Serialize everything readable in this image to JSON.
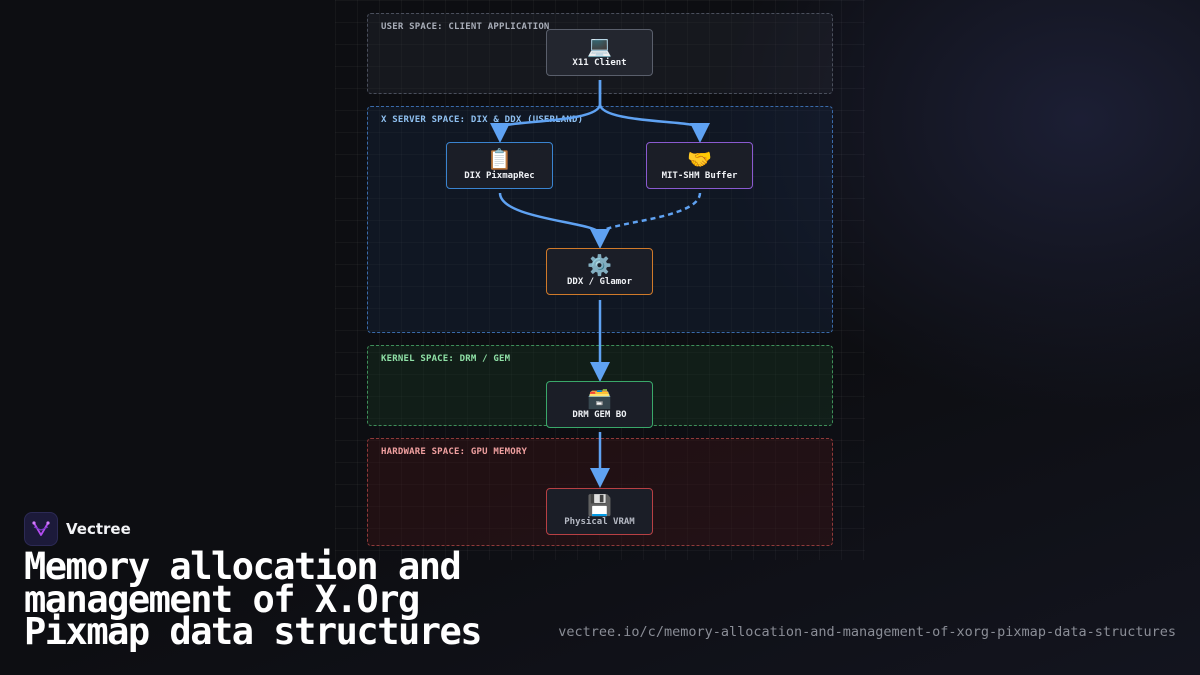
{
  "brand": {
    "name": "Vectree",
    "logo_icon": "vectree-logo-icon"
  },
  "title": "Memory allocation and management of X.Org Pixmap data structures",
  "url": "vectree.io/c/memory-allocation-and-management-of-xorg-pixmap-data-structures",
  "diagram": {
    "regions": [
      {
        "id": "user",
        "label": "USER SPACE: CLIENT APPLICATION",
        "color": "#4a4f5c"
      },
      {
        "id": "xserver",
        "label": "X SERVER SPACE: DIX & DDX (USERLAND)",
        "color": "#3a6aa8"
      },
      {
        "id": "kernel",
        "label": "KERNEL SPACE: DRM / GEM",
        "color": "#3f8f5a"
      },
      {
        "id": "hardware",
        "label": "HARDWARE SPACE: GPU MEMORY",
        "color": "#8f3a3a"
      }
    ],
    "nodes": [
      {
        "id": "x11",
        "icon": "💻",
        "icon_name": "laptop-icon",
        "label": "X11 Client"
      },
      {
        "id": "dix",
        "icon": "📋",
        "icon_name": "clipboard-icon",
        "label": "DIX PixmapRec"
      },
      {
        "id": "shm",
        "icon": "🤝",
        "icon_name": "handshake-icon",
        "label": "MIT-SHM Buffer"
      },
      {
        "id": "ddx",
        "icon": "⚙️",
        "icon_name": "gear-icon",
        "label": "DDX / Glamor"
      },
      {
        "id": "gem",
        "icon": "🗃️",
        "icon_name": "card-file-box-icon",
        "label": "DRM GEM BO"
      },
      {
        "id": "vram",
        "icon": "💾",
        "icon_name": "floppy-disk-icon",
        "label": "Physical VRAM"
      }
    ],
    "edges": [
      {
        "from": "X11 Client",
        "to": "DIX PixmapRec",
        "style": "solid"
      },
      {
        "from": "X11 Client",
        "to": "MIT-SHM Buffer",
        "style": "solid"
      },
      {
        "from": "DIX PixmapRec",
        "to": "DDX / Glamor",
        "style": "solid"
      },
      {
        "from": "MIT-SHM Buffer",
        "to": "DDX / Glamor",
        "style": "dashed"
      },
      {
        "from": "DDX / Glamor",
        "to": "DRM GEM BO",
        "style": "solid"
      },
      {
        "from": "DRM GEM BO",
        "to": "Physical VRAM",
        "style": "solid"
      }
    ],
    "edge_color": "#5fa2f2"
  }
}
